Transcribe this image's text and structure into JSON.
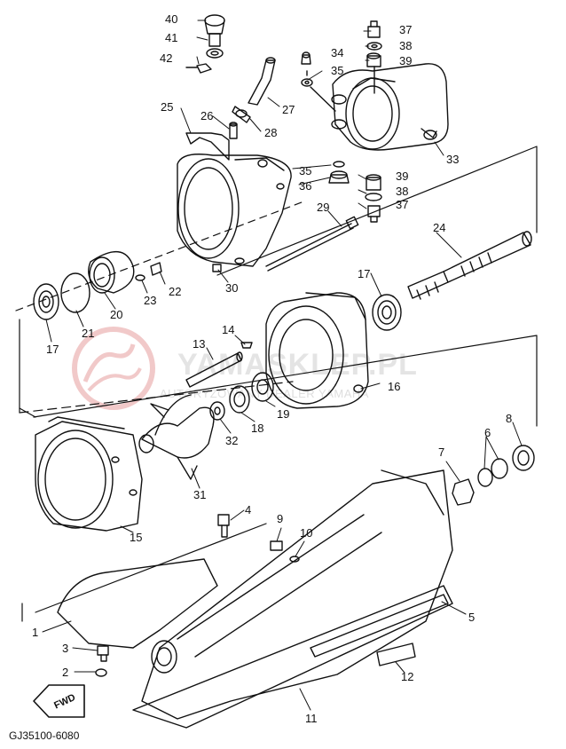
{
  "diagram_code": "GJ35100-6080",
  "fwd_label": "FWD",
  "watermark": {
    "main": "YAMASKLEP.PL",
    "sub": "AUTORYZOWANY DEALER YAMAHA",
    "logo_color": "#e8a6a6"
  },
  "callouts": [
    {
      "id": "c40",
      "text": "40"
    },
    {
      "id": "c41",
      "text": "41"
    },
    {
      "id": "c42",
      "text": "42"
    },
    {
      "id": "c37a",
      "text": "37"
    },
    {
      "id": "c38a",
      "text": "38"
    },
    {
      "id": "c39a",
      "text": "39"
    },
    {
      "id": "c34",
      "text": "34"
    },
    {
      "id": "c35a",
      "text": "35"
    },
    {
      "id": "c25",
      "text": "25"
    },
    {
      "id": "c26",
      "text": "26"
    },
    {
      "id": "c27",
      "text": "27"
    },
    {
      "id": "c28",
      "text": "28"
    },
    {
      "id": "c33",
      "text": "33"
    },
    {
      "id": "c35b",
      "text": "35"
    },
    {
      "id": "c39b",
      "text": "39"
    },
    {
      "id": "c36",
      "text": "36"
    },
    {
      "id": "c38b",
      "text": "38"
    },
    {
      "id": "c37b",
      "text": "37"
    },
    {
      "id": "c29",
      "text": "29"
    },
    {
      "id": "c24",
      "text": "24"
    },
    {
      "id": "c17a",
      "text": "17"
    },
    {
      "id": "c22",
      "text": "22"
    },
    {
      "id": "c23",
      "text": "23"
    },
    {
      "id": "c20",
      "text": "20"
    },
    {
      "id": "c30",
      "text": "30"
    },
    {
      "id": "c21",
      "text": "21"
    },
    {
      "id": "c17b",
      "text": "17"
    },
    {
      "id": "c14",
      "text": "14"
    },
    {
      "id": "c13",
      "text": "13"
    },
    {
      "id": "c16",
      "text": "16"
    },
    {
      "id": "c19",
      "text": "19"
    },
    {
      "id": "c18",
      "text": "18"
    },
    {
      "id": "c32",
      "text": "32"
    },
    {
      "id": "c8",
      "text": "8"
    },
    {
      "id": "c6",
      "text": "6"
    },
    {
      "id": "c7",
      "text": "7"
    },
    {
      "id": "c31",
      "text": "31"
    },
    {
      "id": "c15",
      "text": "15"
    },
    {
      "id": "c4",
      "text": "4"
    },
    {
      "id": "c9",
      "text": "9"
    },
    {
      "id": "c10",
      "text": "10"
    },
    {
      "id": "c5",
      "text": "5"
    },
    {
      "id": "c1",
      "text": "1"
    },
    {
      "id": "c3",
      "text": "3"
    },
    {
      "id": "c2",
      "text": "2"
    },
    {
      "id": "c12",
      "text": "12"
    },
    {
      "id": "c11",
      "text": "11"
    }
  ]
}
